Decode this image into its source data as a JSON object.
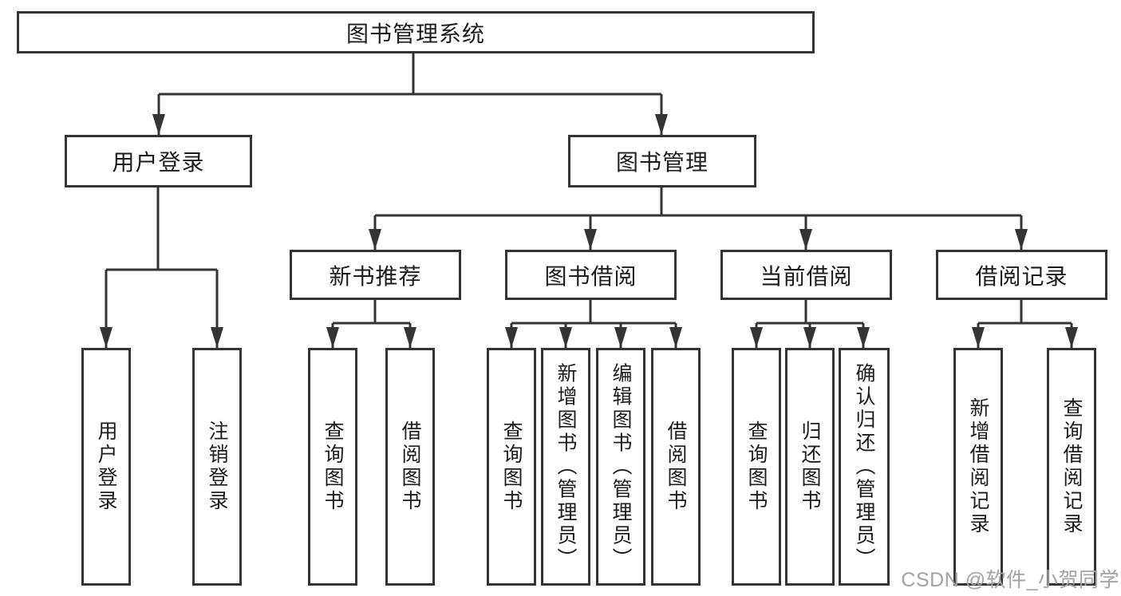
{
  "diagram": {
    "type": "tree",
    "title": "图书管理系统"
  },
  "tree": {
    "label": "图书管理系统",
    "children": [
      {
        "label": "用户登录",
        "children": [
          {
            "label": "用户登录"
          },
          {
            "label": "注销登录"
          }
        ]
      },
      {
        "label": "图书管理",
        "children": [
          {
            "label": "新书推荐",
            "children": [
              {
                "label": "查询图书"
              },
              {
                "label": "借阅图书"
              }
            ]
          },
          {
            "label": "图书借阅",
            "children": [
              {
                "label": "查询图书"
              },
              {
                "label": "新增图书（管理员）"
              },
              {
                "label": "编辑图书（管理员）"
              },
              {
                "label": "借阅图书"
              }
            ]
          },
          {
            "label": "当前借阅",
            "children": [
              {
                "label": "查询图书"
              },
              {
                "label": "归还图书"
              },
              {
                "label": "确认归还（管理员）"
              }
            ]
          },
          {
            "label": "借阅记录",
            "children": [
              {
                "label": "新增借阅记录"
              },
              {
                "label": "查询借阅记录"
              }
            ]
          }
        ]
      }
    ]
  },
  "watermark": {
    "text": "CSDN @软件_小贺同学"
  },
  "colors": {
    "line": "#343434",
    "box_border": "#343434",
    "box_fill": "#ffffff",
    "text": "#1c1c1c",
    "watermark": "#a5a5a5",
    "background": "#ffffff"
  }
}
